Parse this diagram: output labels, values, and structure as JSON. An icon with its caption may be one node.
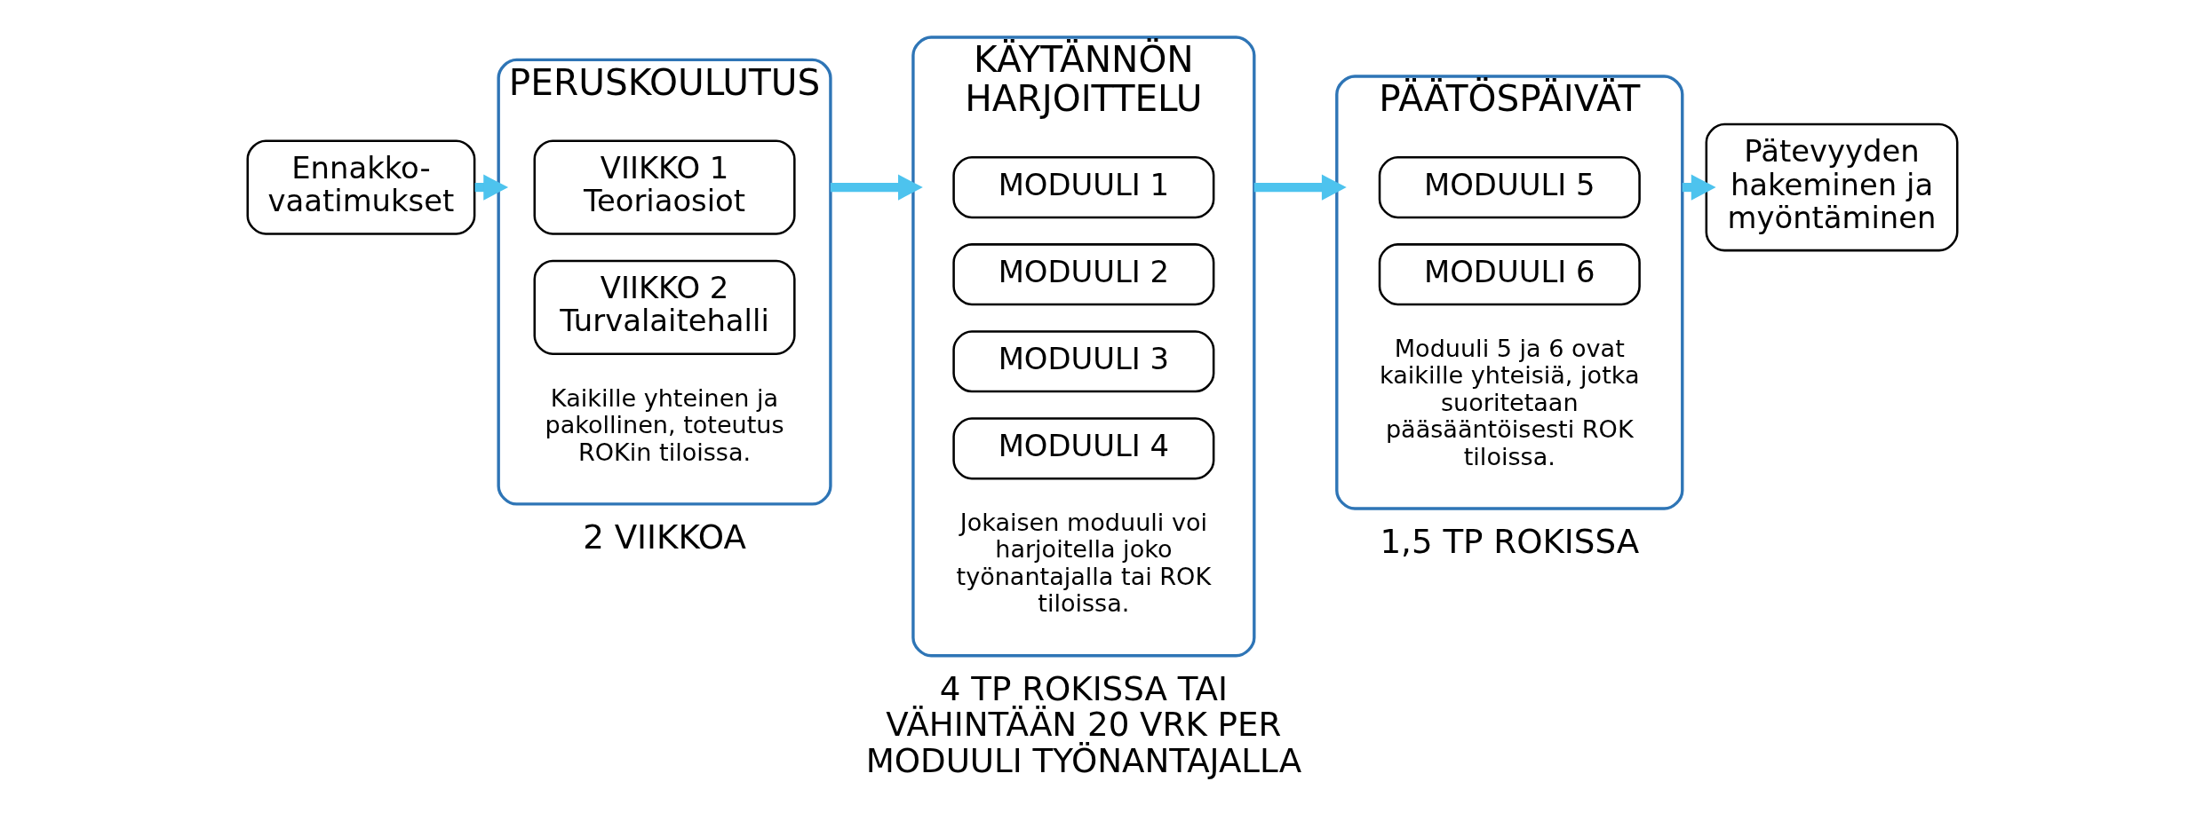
{
  "diagram": {
    "nodes": [
      {
        "text": [
          "Ennakko- vaatimukset"
        ]
      },
      {
        "text": [
          "PERUSKOULUTUS",
          "Kaikille yhteinen ja pakollinen, toteutus ROKin tiloissa."
        ],
        "beside": [
          "2 VIIKKOA"
        ]
      },
      {
        "text": [
          "VIIKKO 1 Teoriaosiot"
        ],
        "in": 1
      },
      {
        "text": [
          "VIIKKO 2 Turvalaitehalli"
        ],
        "in": 1
      },
      {
        "text": [
          "KÄYTÄNNÖN HARJOITTELU",
          "Jokaisen moduuli voi harjoitella joko työnantajalla tai ROK tiloissa."
        ],
        "beside": [
          "4 TP ROKISSA TAI VÄHINTÄÄN 20 VRK PER MODUULI TYÖNANTAJALLA"
        ]
      },
      {
        "text": [
          "MODUULI 1"
        ],
        "in": 4
      },
      {
        "text": [
          "MODUULI 2"
        ],
        "in": 4
      },
      {
        "text": [
          "MODUULI 3"
        ],
        "in": 4
      },
      {
        "text": [
          "MODUULI 4"
        ],
        "in": 4
      },
      {
        "text": [
          "PÄÄTÖSPÄIVÄT",
          "Moduuli 5 ja 6 ovat kaikille yhteisiä, jotka suoritetaan pääsääntöisesti ROK tiloissa."
        ],
        "beside": [
          "1,5 TP ROKISSA"
        ]
      },
      {
        "text": [
          "MODUULI 5"
        ],
        "in": 9
      },
      {
        "text": [
          "MODUULI 6"
        ],
        "in": 9
      },
      {
        "text": [
          "Pätevyyden hakeminen ja myöntäminen"
        ]
      }
    ],
    "edges": [
      {
        "from": 0,
        "to": 1,
        "arrow": "to"
      },
      {
        "from": 1,
        "to": 4,
        "arrow": "to"
      },
      {
        "from": 4,
        "to": 9,
        "arrow": "to"
      },
      {
        "from": 9,
        "to": 12,
        "arrow": "to"
      }
    ]
  }
}
